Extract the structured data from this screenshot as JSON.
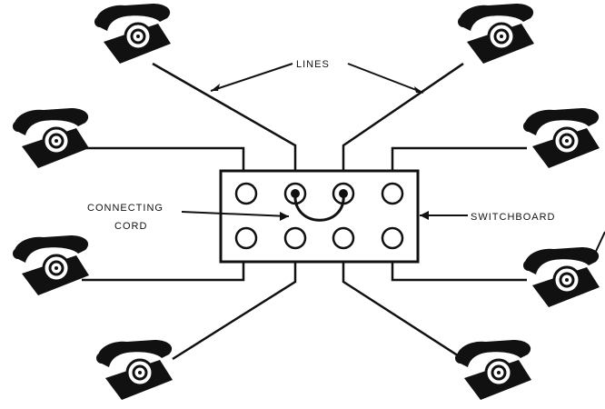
{
  "labels": {
    "lines": "LINES",
    "connecting_cord": [
      "CONNECTING",
      "CORD"
    ],
    "switchboard": "SWITCHBOARD"
  },
  "phones": [
    {
      "name": "telephone-top-left-icon"
    },
    {
      "name": "telephone-top-right-icon"
    },
    {
      "name": "telephone-upper-left-icon"
    },
    {
      "name": "telephone-upper-right-icon"
    },
    {
      "name": "telephone-lower-left-icon"
    },
    {
      "name": "telephone-lower-right-icon"
    },
    {
      "name": "telephone-bottom-left-icon"
    },
    {
      "name": "telephone-bottom-right-icon"
    }
  ],
  "jacks": {
    "rows": 2,
    "columns": 4,
    "connected": [
      [
        0,
        1
      ],
      [
        0,
        2
      ]
    ]
  },
  "colors": {
    "ink": "#111111",
    "background": "#ffffff"
  }
}
